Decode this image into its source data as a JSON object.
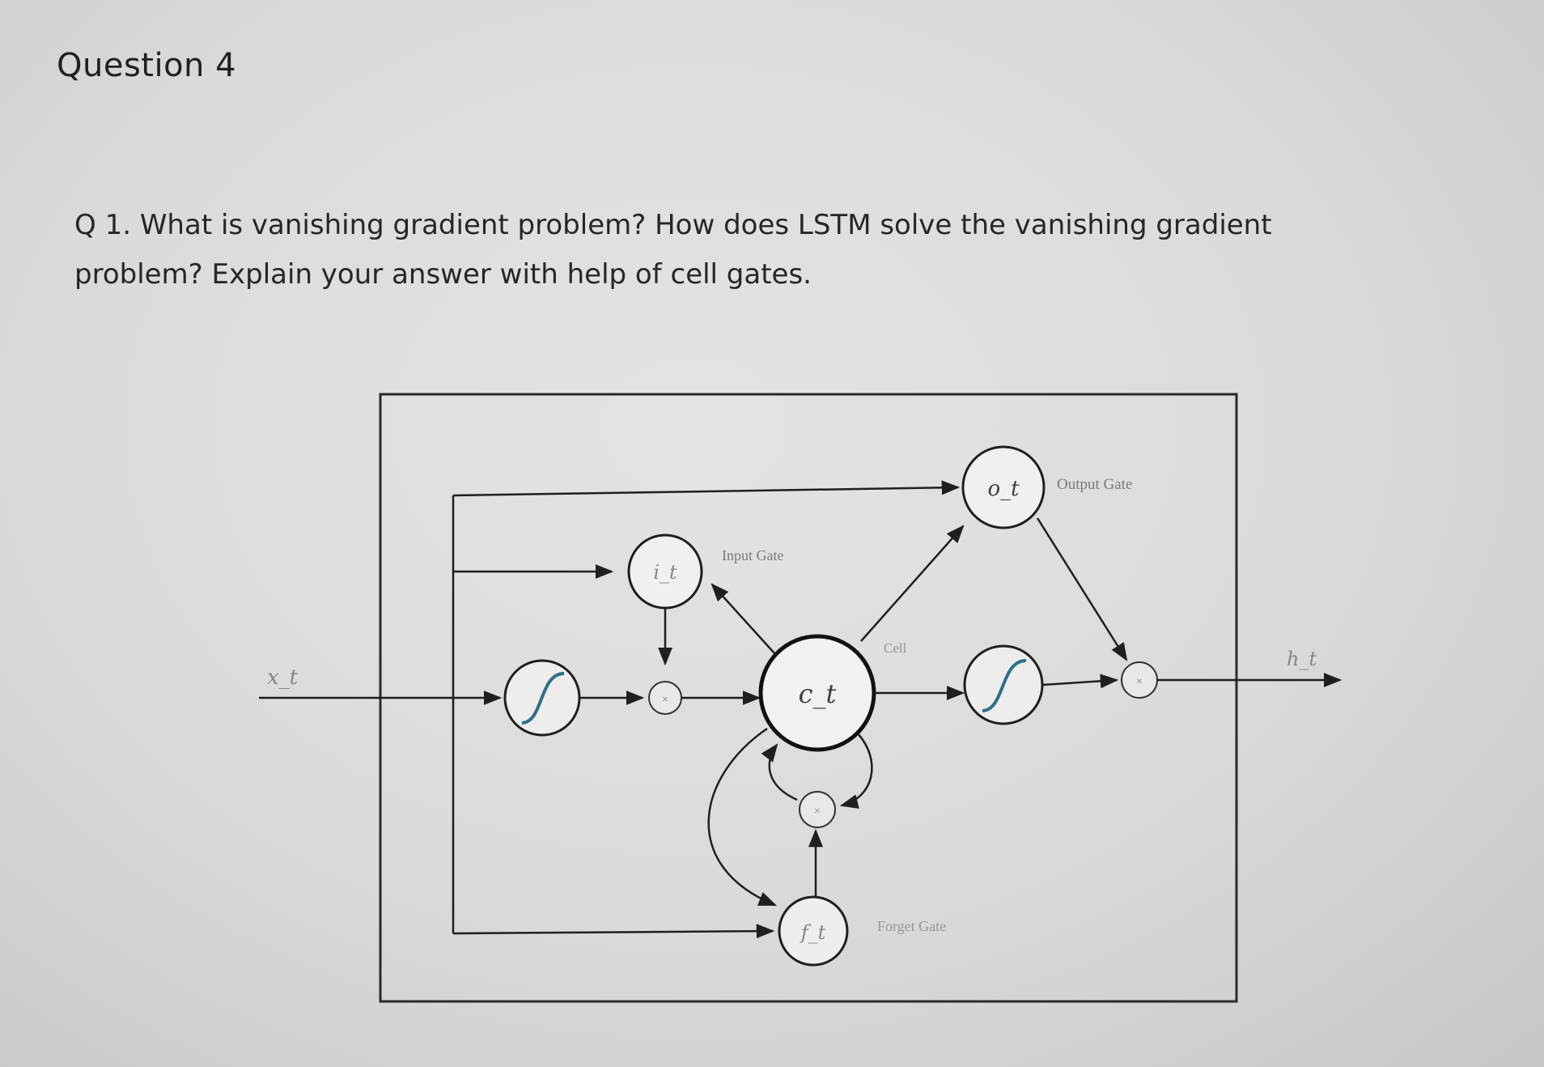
{
  "question": {
    "heading": "Question 4",
    "line1": "Q 1. What is vanishing gradient problem? How does LSTM solve the vanishing gradient",
    "line2": "problem? Explain your answer with help of cell gates."
  },
  "diagram": {
    "input_symbol": "x_t",
    "output_symbol": "h_t",
    "input_gate": {
      "symbol": "i_t",
      "label": "Input Gate"
    },
    "forget_gate": {
      "symbol": "f_t",
      "label": "Forget Gate"
    },
    "output_gate": {
      "symbol": "o_t",
      "label": "Output Gate"
    },
    "cell": {
      "symbol": "c_t",
      "label": "Cell"
    },
    "colors": {
      "line": "#1f1f1f",
      "sigmoid": "#2c6f8c",
      "small_node": "#bdbdbd"
    }
  }
}
